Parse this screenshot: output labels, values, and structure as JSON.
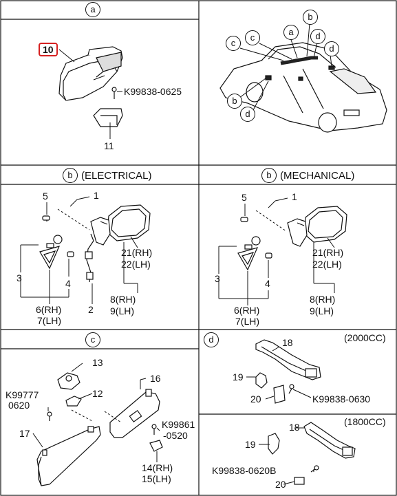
{
  "panels": {
    "a": {
      "marker": "a"
    },
    "b_electrical": {
      "marker": "b",
      "title": "(ELECTRICAL)"
    },
    "b_mechanical": {
      "marker": "b",
      "title": "(MECHANICAL)"
    },
    "c": {
      "marker": "c"
    },
    "d": {
      "marker": "d",
      "variant_top": "(2000CC)",
      "variant_bottom": "(1800CC)"
    }
  },
  "car_callouts": [
    "a",
    "b",
    "c",
    "c",
    "d",
    "d",
    "b",
    "d"
  ],
  "parts": {
    "p10": "10",
    "p11": "11",
    "k_a": "K99838-0625",
    "e1": "1",
    "e2": "2",
    "e3": "3",
    "e4": "4",
    "e5": "5",
    "e6": "6(RH)",
    "e7": "7(LH)",
    "e8": "8(RH)",
    "e9": "9(LH)",
    "e21": "21(RH)",
    "e22": "22(LH)",
    "m1": "1",
    "m3": "3",
    "m4": "4",
    "m5": "5",
    "m6": "6(RH)",
    "m7": "7(LH)",
    "m8": "8(RH)",
    "m9": "9(LH)",
    "m21": "21(RH)",
    "m22": "22(LH)",
    "c12": "12",
    "c13": "13",
    "c16": "16",
    "c17": "17",
    "c14": "14(RH)",
    "c15": "15(LH)",
    "k_c1a": "K99777",
    "k_c1b": "0620",
    "k_c2a": "K99861",
    "k_c2b": "-0520",
    "d18a": "18",
    "d19a": "19",
    "d20a": "20",
    "k_d1": "K99838-0630",
    "d18b": "18",
    "d19b": "19",
    "d20b": "20",
    "k_d2": "K99838-0620B"
  },
  "colors": {
    "line": "#111111",
    "highlight": "#d62020"
  }
}
